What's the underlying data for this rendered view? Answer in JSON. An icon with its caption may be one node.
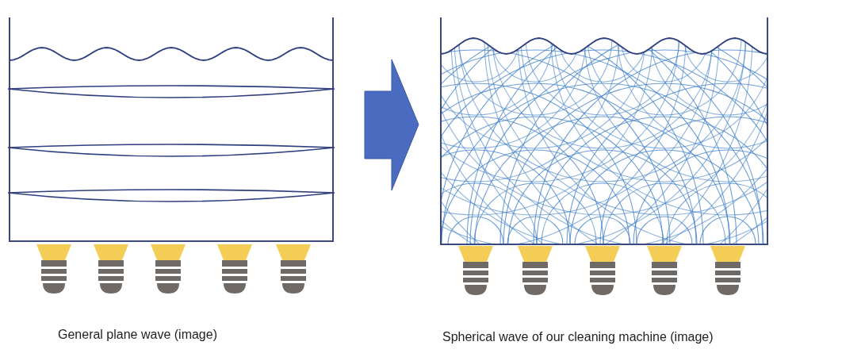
{
  "diagram": {
    "nodes": [
      {
        "text": [],
        "shape": "picture"
      },
      {
        "text": [],
        "shape": "picture"
      }
    ],
    "edges": [
      {
        "from": 0,
        "to": 1,
        "arrow": "to"
      }
    ],
    "labels": [
      "General plane wave (image)",
      "Spherical wave of our cleaning machine (image)"
    ]
  }
}
